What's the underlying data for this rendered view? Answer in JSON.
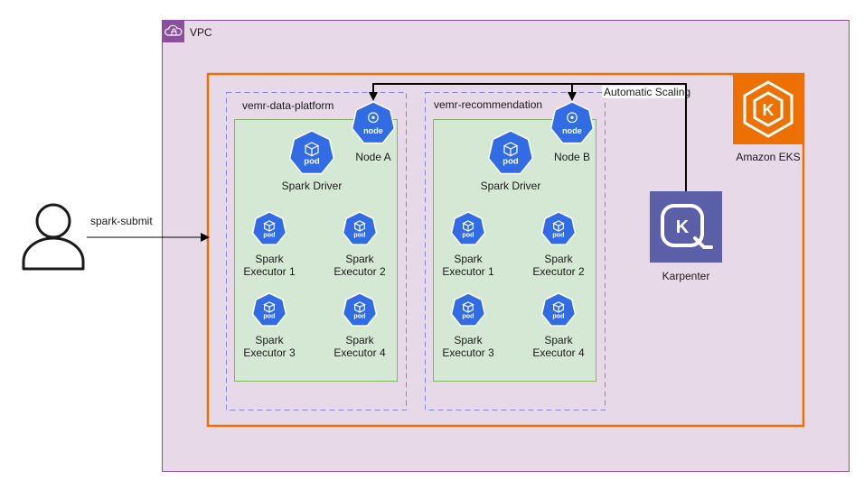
{
  "vpc": {
    "label": "VPC",
    "icon": "vpc-cloud-lock-icon"
  },
  "user": {
    "icon": "user-icon",
    "arrow_label": "spark-submit"
  },
  "eks": {
    "label": "Amazon EKS",
    "icon": "amazon-eks-icon",
    "accent": "#ed7100"
  },
  "karpenter": {
    "label": "Karpenter",
    "icon": "karpenter-icon",
    "accent": "#5b5fa8",
    "arrow_label": "Automatic Scaling"
  },
  "namespaces": [
    {
      "label": "vemr-data-platform",
      "node": {
        "label": "Node A",
        "badge": "node"
      },
      "driver": {
        "label": "Spark Driver",
        "badge": "pod"
      },
      "executors": [
        {
          "line1": "Spark",
          "line2": "Executor 1",
          "badge": "pod"
        },
        {
          "line1": "Spark",
          "line2": "Executor 2",
          "badge": "pod"
        },
        {
          "line1": "Spark",
          "line2": "Executor 3",
          "badge": "pod"
        },
        {
          "line1": "Spark",
          "line2": "Executor 4",
          "badge": "pod"
        }
      ]
    },
    {
      "label": "vemr-recommendation",
      "node": {
        "label": "Node B",
        "badge": "node"
      },
      "driver": {
        "label": "Spark Driver",
        "badge": "pod"
      },
      "executors": [
        {
          "line1": "Spark",
          "line2": "Executor 1",
          "badge": "pod"
        },
        {
          "line1": "Spark",
          "line2": "Executor 2",
          "badge": "pod"
        },
        {
          "line1": "Spark",
          "line2": "Executor 3",
          "badge": "pod"
        },
        {
          "line1": "Spark",
          "line2": "Executor 4",
          "badge": "pod"
        }
      ]
    }
  ],
  "colors": {
    "vpc_fill": "#e7d9e8",
    "vpc_border": "#8c4f9f",
    "k8s_blue": "#326ce5",
    "pod_group_fill": "#d5e8d4",
    "pod_group_border": "#82b366",
    "dashed_border": "#7f8ccf"
  }
}
